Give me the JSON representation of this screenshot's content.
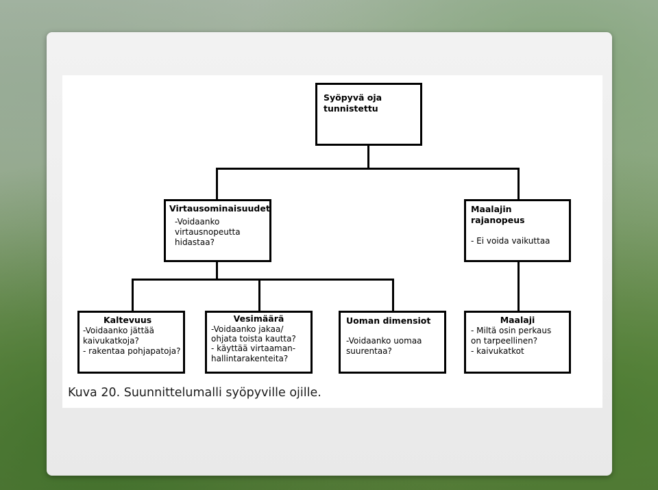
{
  "diagram": {
    "root": {
      "title_lines": [
        "Syöpyvä oja",
        "tunnistettu"
      ]
    },
    "left_branch": {
      "title": "Virtausominaisuudet",
      "lines": [
        "-Voidaanko",
        "virtausnopeutta",
        "hidastaa?"
      ]
    },
    "right_branch": {
      "title": "Maalajin rajanopeus",
      "lines": [
        "- Ei voida vaikuttaa"
      ]
    },
    "kaltevuus": {
      "title": "Kaltevuus",
      "lines": [
        "-Voidaanko jättää",
        "kaivukatkoja?",
        "- rakentaa pohjapatoja?"
      ]
    },
    "vesimaara": {
      "title": "Vesimäärä",
      "lines": [
        "-Voidaanko jakaa/",
        "ohjata toista kautta?",
        "- käyttää virtaaman-",
        "hallintarakenteita?"
      ]
    },
    "uoman": {
      "title": "Uoman dimensiot",
      "lines": [
        "-Voidaanko uomaa",
        "suurentaa?"
      ]
    },
    "maalaji": {
      "title": "Maalaji",
      "lines": [
        "- Miltä osin perkaus",
        "on tarpeellinen?",
        "- kaivukatkot"
      ]
    },
    "caption": "Kuva 20. Suunnittelumalli syöpyville ojille."
  }
}
